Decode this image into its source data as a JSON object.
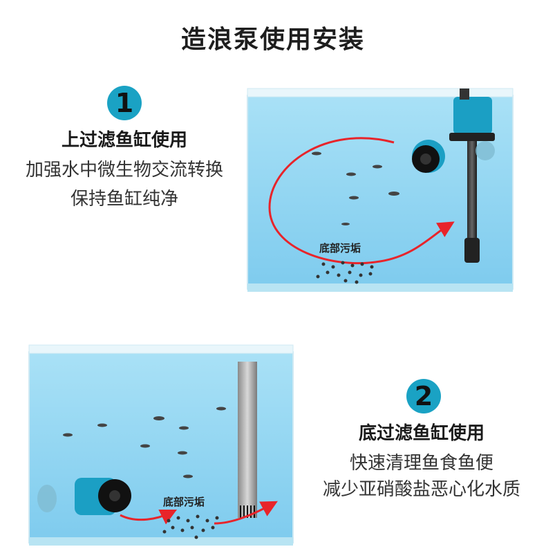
{
  "title": "造浪泵使用安装",
  "section1": {
    "badge": "1",
    "heading": "上过滤鱼缸使用",
    "desc_line1": "加强水中微生物交流转换",
    "desc_line2": "保持鱼缸纯净",
    "dirt_label": "底部污垢"
  },
  "section2": {
    "badge": "2",
    "heading": "底过滤鱼缸使用",
    "desc_line1": "快速清理鱼食鱼便",
    "desc_line2": "减少亚硝酸盐恶心化水质",
    "dirt_label": "底部污垢"
  },
  "colors": {
    "badge": "#1aa2c4",
    "water": "#8fd4f0",
    "arrow": "#e8242a",
    "pump": "#1b9fc4"
  }
}
